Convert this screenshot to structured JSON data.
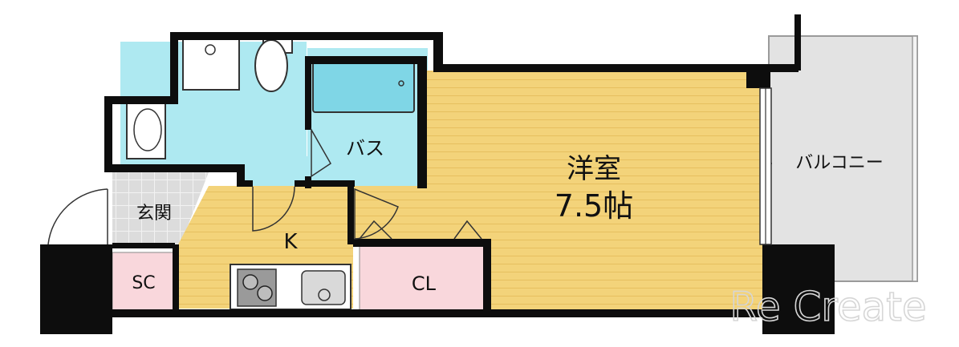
{
  "rooms": {
    "bath": "バス",
    "western_room": {
      "name": "洋室",
      "size": "7.5帖"
    },
    "entrance": "玄関",
    "kitchen": "K",
    "shoe_closet": "SC",
    "closet": "CL",
    "balcony": "バルコニー"
  },
  "watermark": "Re Create",
  "colors": {
    "wet_area": "#aee9f1",
    "flooring": "#f3d37a",
    "storage": "#f9d7dc",
    "balcony": "#e3e3e3",
    "entrance_tile": "#dcdcdc",
    "wall": "#0d0d0d"
  }
}
